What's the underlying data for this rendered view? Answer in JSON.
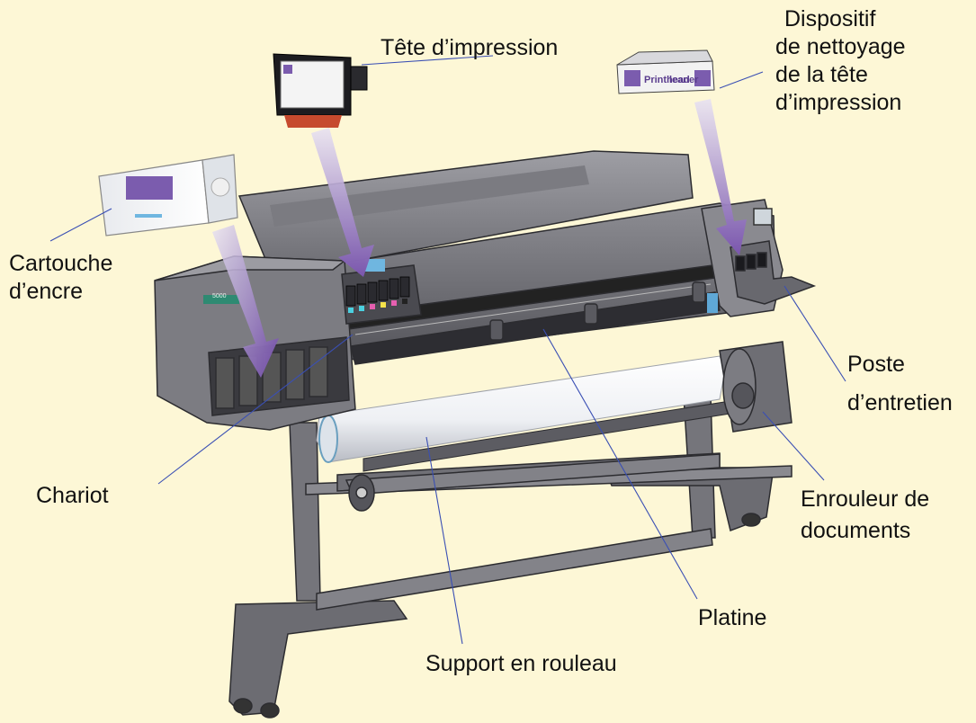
{
  "diagram": {
    "labels": {
      "printhead": "Tête d’impression",
      "cleaner": [
        "Dispositif",
        "de nettoyage",
        "de la tête",
        "d’impression"
      ],
      "ink_cartridge": [
        "Cartouche",
        "d’encre"
      ],
      "service_station": [
        "Poste",
        "d’entretien"
      ],
      "carriage": "Chariot",
      "take_up_reel": [
        "Enrouleur de",
        "documents"
      ],
      "platen": "Platine",
      "roll_media": "Support en rouleau"
    },
    "part_text": {
      "cleaner_brand": "Printhead",
      "cleaner_brand2": "leaner",
      "panel_model": "5000"
    }
  }
}
